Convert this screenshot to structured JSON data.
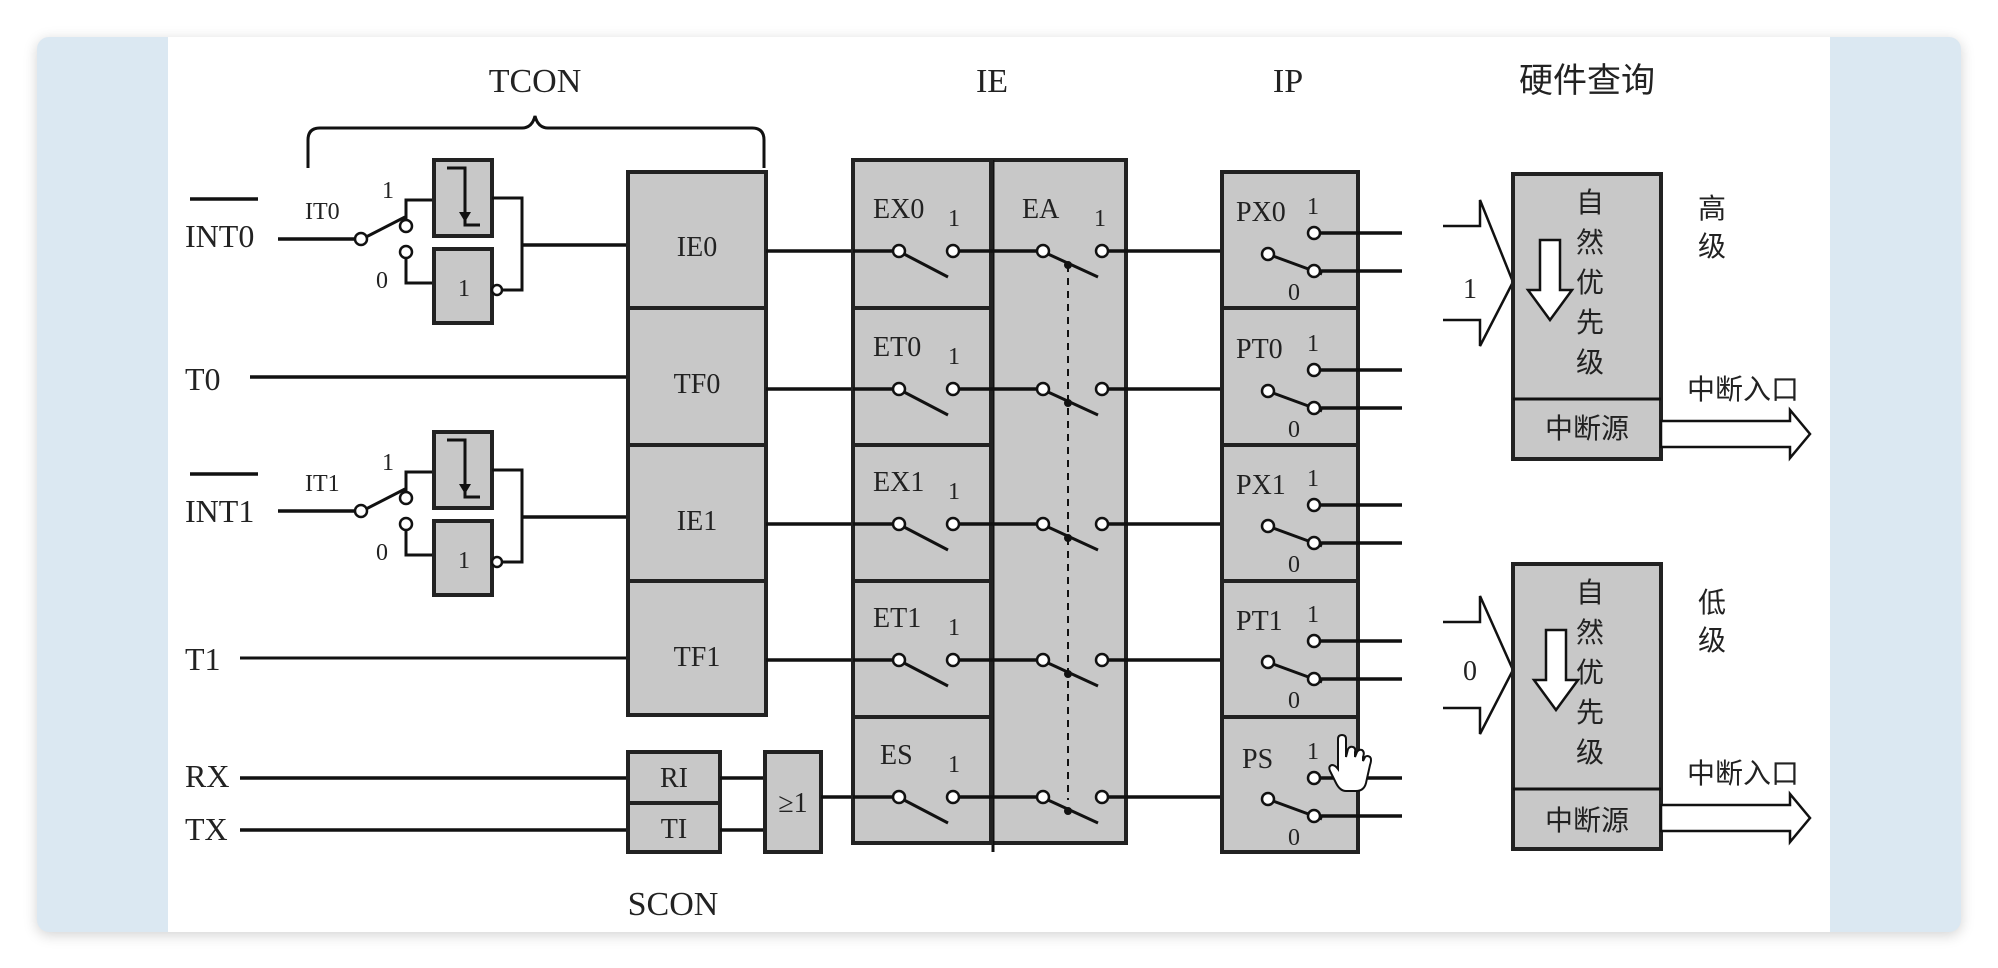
{
  "headers": {
    "tcon": "TCON",
    "ie": "IE",
    "ip": "IP",
    "hardware_query": "硬件查询",
    "scon": "SCON"
  },
  "inputs": {
    "int0": "INT0",
    "t0": "T0",
    "int1": "INT1",
    "t1": "T1",
    "rx": "RX",
    "tx": "TX"
  },
  "trigger_select": {
    "it0": "IT0",
    "it1": "IT1",
    "one": "1",
    "zero": "0",
    "gate_one": "1"
  },
  "flags": {
    "ie0": "IE0",
    "tf0": "TF0",
    "ie1": "IE1",
    "tf1": "TF1",
    "ri": "RI",
    "ti": "TI",
    "or_gate": "≥1"
  },
  "enables": {
    "ex0": "EX0",
    "et0": "ET0",
    "ex1": "EX1",
    "et1": "ET1",
    "es": "ES",
    "ea": "EA",
    "one": "1"
  },
  "priorities": {
    "px0": "PX0",
    "pt0": "PT0",
    "px1": "PX1",
    "pt1": "PT1",
    "ps": "PS",
    "one": "1",
    "zero": "0"
  },
  "high_level": {
    "label": "高级",
    "arrow_value": "1",
    "natural_priority": "自然优先级",
    "source": "中断源",
    "entry": "中断入口"
  },
  "low_level": {
    "label": "低级",
    "arrow_value": "0",
    "natural_priority": "自然优先级",
    "source": "中断源",
    "entry": "中断入口"
  }
}
